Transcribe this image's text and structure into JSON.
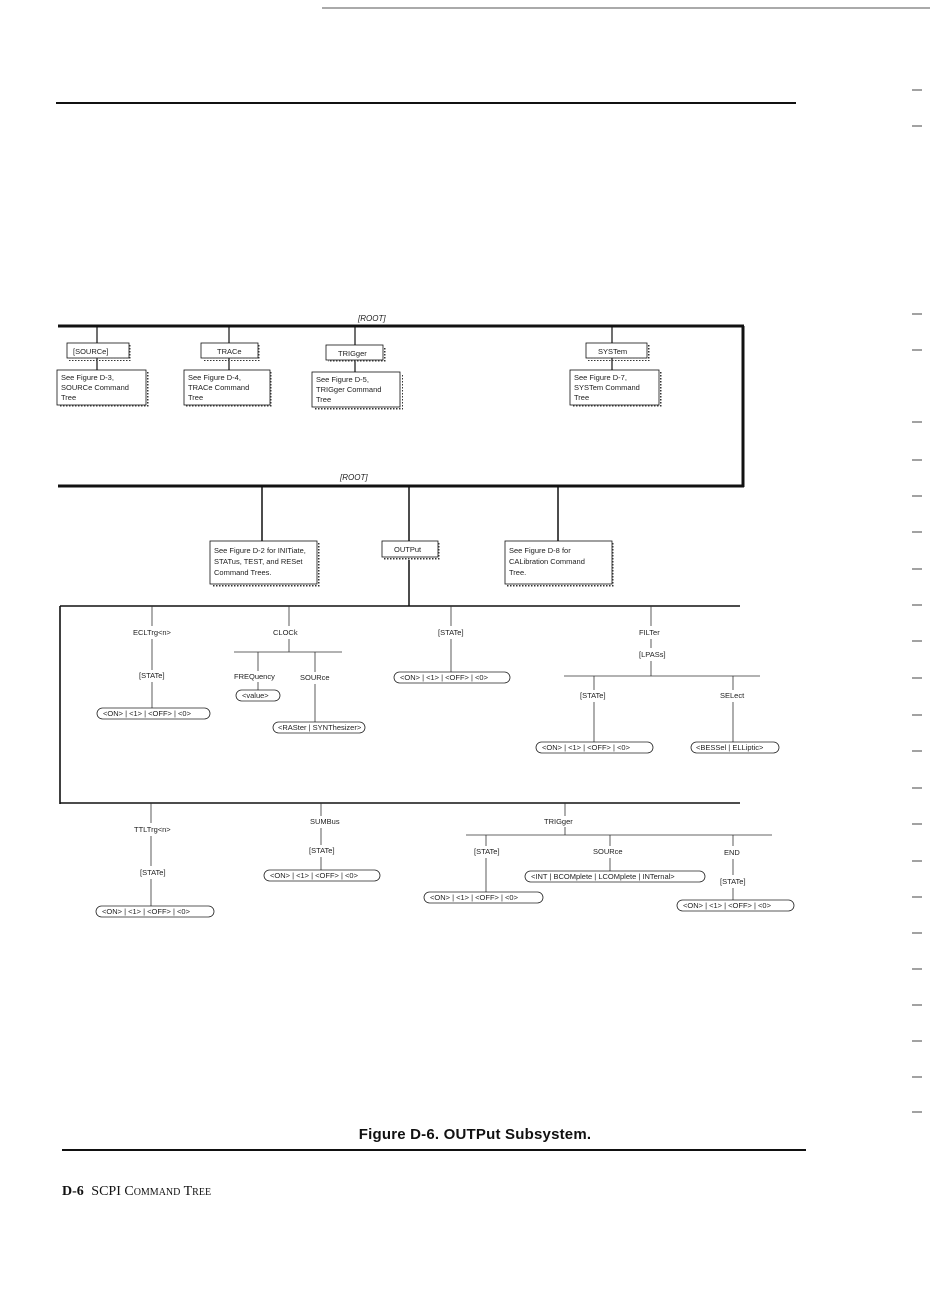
{
  "root_labels": [
    "[ROOT]",
    "[ROOT]"
  ],
  "top_nodes": [
    "[SOURCe]",
    "TRACe",
    "TRIGger",
    "SYSTem"
  ],
  "top_notes": [
    [
      "See Figure D-3,",
      "SOURCe Command",
      "Tree"
    ],
    [
      "See Figure D-4,",
      "TRACe Command",
      "Tree"
    ],
    [
      "See Figure D-5,",
      "TRIGger Command",
      "Tree"
    ],
    [
      "See Figure D-7,",
      "SYSTem Command",
      "Tree"
    ]
  ],
  "mid_notes": [
    [
      "See Figure D-2 for INITiate,",
      "STATus, TEST, and RESet",
      "Command Trees."
    ],
    [
      "See Figure D-8 for",
      "CALibration Command",
      "Tree."
    ]
  ],
  "output_node": "OUTPut",
  "labels": {
    "ecltrg": "ECLTrg<n>",
    "ecl_state": "[STATe]",
    "ecl_values": "<ON> | <1> | <OFF> | <0>",
    "clock": "CLOCk",
    "frequency": "FREQuency",
    "value": "<value>",
    "clock_source": "SOURce",
    "clock_source_values": "<RASter | SYNThesizer>",
    "out_state": "[STATe]",
    "out_state_values": "<ON> | <1> | <OFF> | <0>",
    "filter": "FILTer",
    "lpass": "[LPASs]",
    "filter_state": "[STATe]",
    "filter_state_values": "<ON> | <1> | <OFF> | <0>",
    "select": "SELect",
    "select_values": "<BESSel | ELLiptic>",
    "ttltrg": "TTLTrg<n>",
    "ttl_state": "[STATe]",
    "ttl_values": "<ON> | <1> | <OFF> | <0>",
    "sumbus": "SUMBus",
    "sum_state": "[STATe]",
    "sum_values": "<ON> | <1> | <OFF> | <0>",
    "trigger": "TRIGger",
    "trig_state": "[STATe]",
    "trig_state_values": "<ON> | <1> | <OFF> | <0>",
    "trig_source": "SOURce",
    "trig_source_values": "<INT | BCOMplete | LCOMplete | INTernal>",
    "end": "END",
    "end_state": "[STATe]",
    "end_values": "<ON> | <1> | <OFF> | <0>"
  },
  "caption": "Figure D-6.  OUTPut Subsystem.",
  "footer": {
    "page": "D-6",
    "title": "SCPI Command Tree"
  }
}
